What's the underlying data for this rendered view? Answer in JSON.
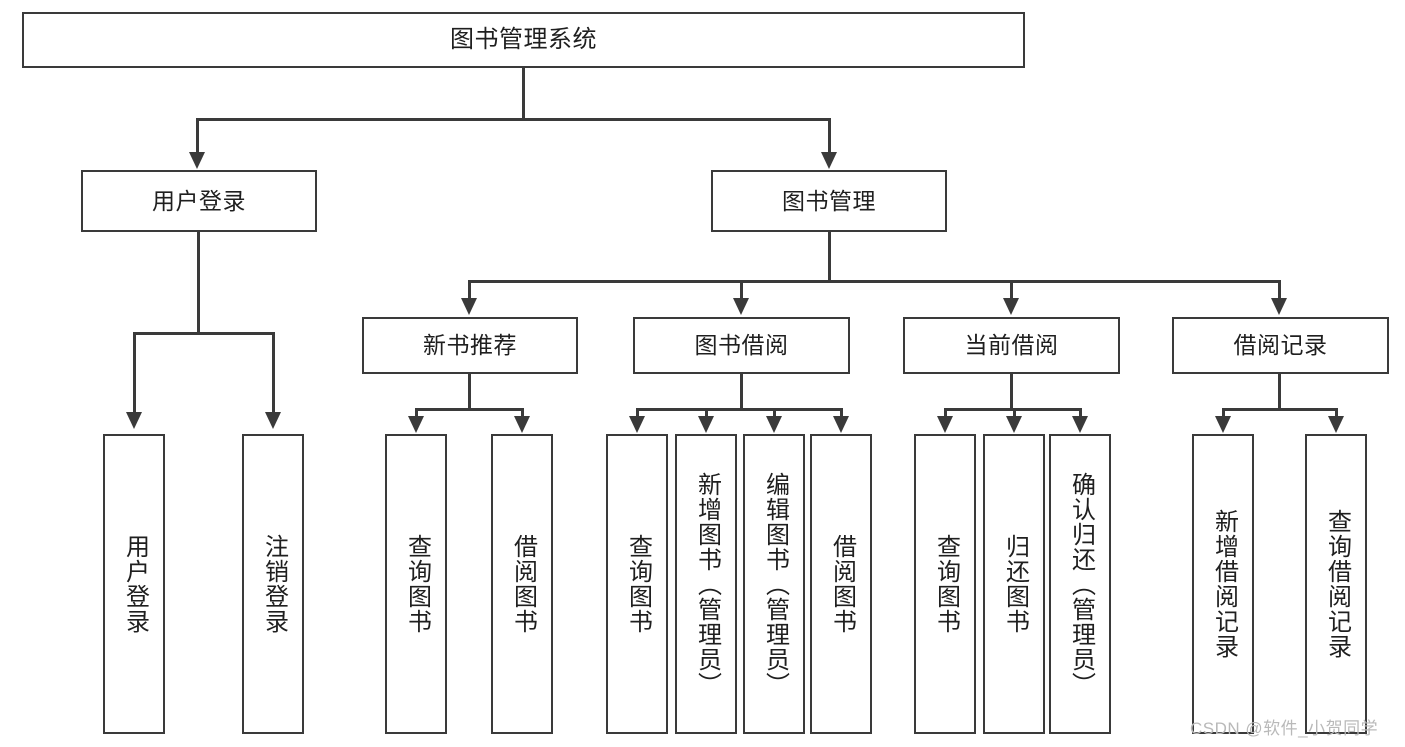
{
  "diagram": {
    "type": "tree",
    "title": "图书管理系统",
    "watermark": "CSDN @软件_小贺同学",
    "colors": {
      "stroke": "#3a3a3a",
      "fill": "#ffffff",
      "text": "#1f1f1f",
      "watermark": "#b9b9b9"
    },
    "levels": {
      "root": [
        "图书管理系统"
      ],
      "level2": [
        "用户登录",
        "图书管理"
      ],
      "level3": [
        "新书推荐",
        "图书借阅",
        "当前借阅",
        "借阅记录"
      ],
      "leaves": [
        "用户登录",
        "注销登录",
        "查询图书",
        "借阅图书",
        "查询图书",
        "新增图书（管理员）",
        "编辑图书（管理员）",
        "借阅图书",
        "查询图书",
        "归还图书",
        "确认归还（管理员）",
        "新增借阅记录",
        "查询借阅记录"
      ]
    }
  },
  "nodes": {
    "root": {
      "label": "图书管理系统"
    },
    "user_login": {
      "label": "用户登录"
    },
    "book_manage": {
      "label": "图书管理"
    },
    "new_book_rec": {
      "label": "新书推荐"
    },
    "book_borrow": {
      "label": "图书借阅"
    },
    "current_borrow": {
      "label": "当前借阅"
    },
    "borrow_record": {
      "label": "借阅记录"
    },
    "leaf_user_login": {
      "label": "用户登录"
    },
    "leaf_logout": {
      "label": "注销登录"
    },
    "leaf_query_book_1": {
      "label": "查询图书"
    },
    "leaf_borrow_book_1": {
      "label": "借阅图书"
    },
    "leaf_query_book_2": {
      "label": "查询图书"
    },
    "leaf_add_book": {
      "label": "新增图书（管理员）"
    },
    "leaf_edit_book": {
      "label": "编辑图书（管理员）"
    },
    "leaf_borrow_book_2": {
      "label": "借阅图书"
    },
    "leaf_query_book_3": {
      "label": "查询图书"
    },
    "leaf_return_book": {
      "label": "归还图书"
    },
    "leaf_confirm_return": {
      "label": "确认归还（管理员）"
    },
    "leaf_add_record": {
      "label": "新增借阅记录"
    },
    "leaf_query_record": {
      "label": "查询借阅记录"
    }
  },
  "watermark": {
    "text": "CSDN @软件_小贺同学"
  }
}
